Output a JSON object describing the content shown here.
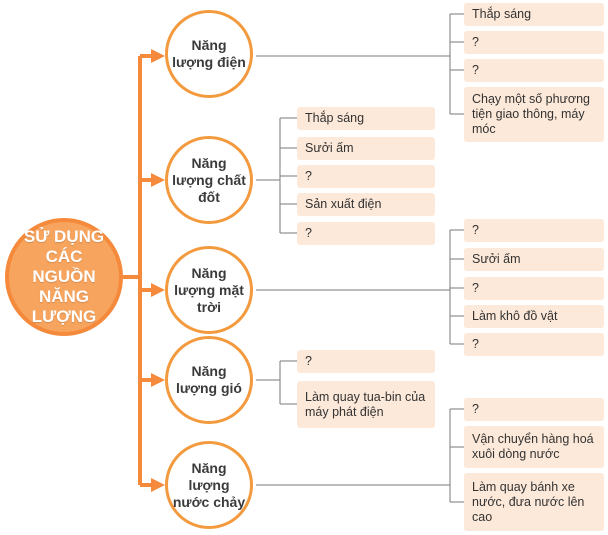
{
  "root": {
    "label": "SỬ DỤNG CÁC NGUỒN NĂNG LƯỢNG"
  },
  "categories": [
    {
      "label": "Năng lượng điện",
      "uses": [
        "Thắp sáng",
        "?",
        "?",
        "Chạy một số phương tiện giao thông, máy móc"
      ]
    },
    {
      "label": "Năng lượng chất đốt",
      "uses": [
        "Thắp sáng",
        "Sưởi ấm",
        "?",
        "Sản xuất điện",
        "?"
      ]
    },
    {
      "label": "Năng lượng mặt trời",
      "uses": [
        "?",
        "Sưởi ấm",
        "?",
        "Làm khô đồ vật",
        "?"
      ]
    },
    {
      "label": "Năng lượng gió",
      "uses": [
        "?",
        "Làm quay tua-bin của máy phát điện"
      ]
    },
    {
      "label": "Năng lượng nước chảy",
      "uses": [
        "?",
        "Vận chuyển hàng hoá xuôi dòng nước",
        "Làm quay bánh xe nước, đưa nước lên cao"
      ]
    }
  ],
  "colors": {
    "arrow": "#f58a3c",
    "connector": "#7a7a7a",
    "leaf_fill": "#fde9d9",
    "root_fill": "#f7a45e"
  }
}
